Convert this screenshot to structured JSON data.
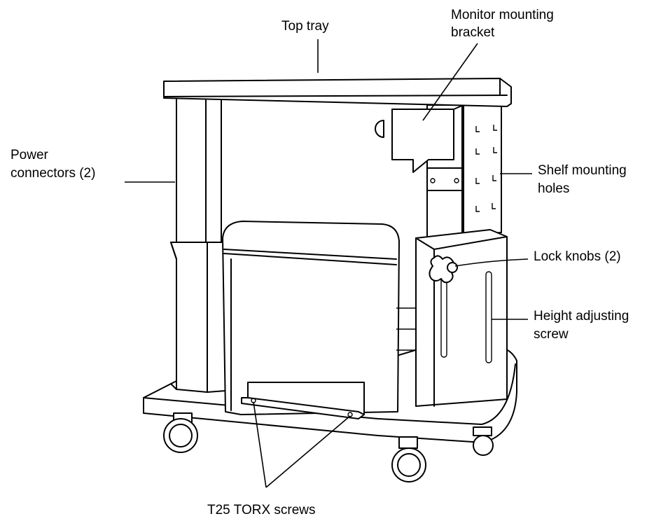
{
  "diagram": {
    "labels": {
      "top_tray": "Top tray",
      "monitor_bracket_line1": "Monitor mounting",
      "monitor_bracket_line2": "bracket",
      "power_line1": "Power",
      "power_line2": "connectors (2)",
      "shelf_line1": "Shelf mounting",
      "shelf_line2": "holes",
      "lock_knobs": "Lock knobs (2)",
      "height_line1": "Height adjusting",
      "height_line2": "screw",
      "torx": "T25 TORX screws"
    }
  }
}
